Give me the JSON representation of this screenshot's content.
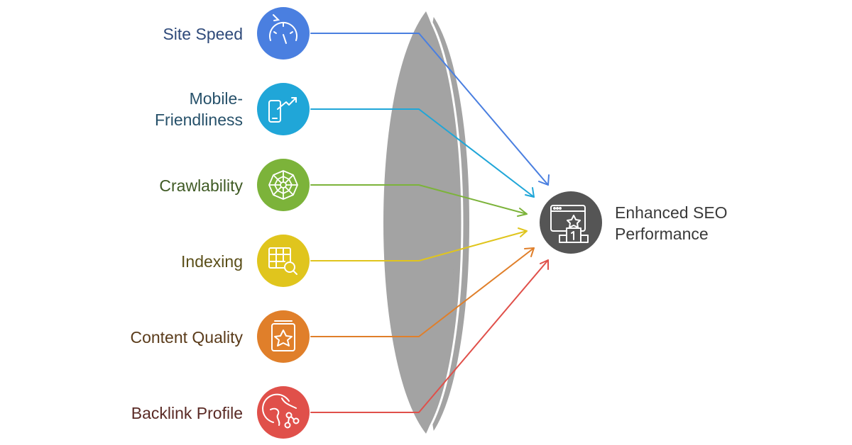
{
  "factors": [
    {
      "label": "Site Speed",
      "icon": "speedometer-icon",
      "color": "#4a7fe0"
    },
    {
      "label": "Mobile-\nFriendliness",
      "icon": "mobile-growth-icon",
      "color": "#20a6d8"
    },
    {
      "label": "Crawlability",
      "icon": "spider-web-icon",
      "color": "#7cb33a"
    },
    {
      "label": "Indexing",
      "icon": "table-search-icon",
      "color": "#e0c51d"
    },
    {
      "label": "Content Quality",
      "icon": "star-document-icon",
      "color": "#e07f2a"
    },
    {
      "label": "Backlink Profile",
      "icon": "globe-share-icon",
      "color": "#e0504a"
    }
  ],
  "outcome": {
    "line1": "Enhanced SEO",
    "line2": "Performance",
    "icon": "ranking-browser-icon",
    "color": "#555555"
  },
  "lens_color": "#a3a3a3"
}
